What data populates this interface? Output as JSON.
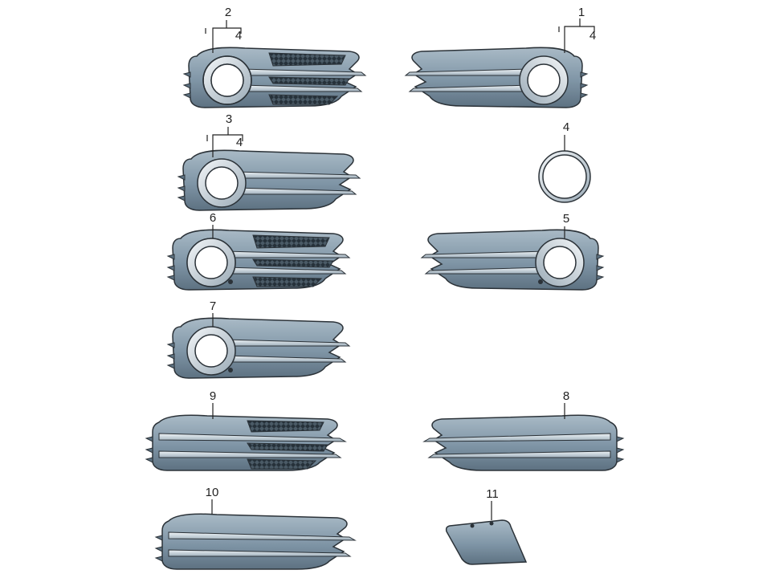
{
  "diagram": {
    "callouts": {
      "c2": "2",
      "c2sub": "4",
      "c1": "1",
      "c1sub": "4",
      "c3": "3",
      "c3sub": "4",
      "c4": "4",
      "c6": "6",
      "c5": "5",
      "c7": "7",
      "c9": "9",
      "c8": "8",
      "c10": "10",
      "c11": "11"
    },
    "colors": {
      "body": "#8fa3b3",
      "body_dark": "#4f6270",
      "slat": "#c9d6de",
      "ring": "#dfe7ec",
      "mesh": "#3f4d57",
      "outline": "#2b3238"
    }
  }
}
